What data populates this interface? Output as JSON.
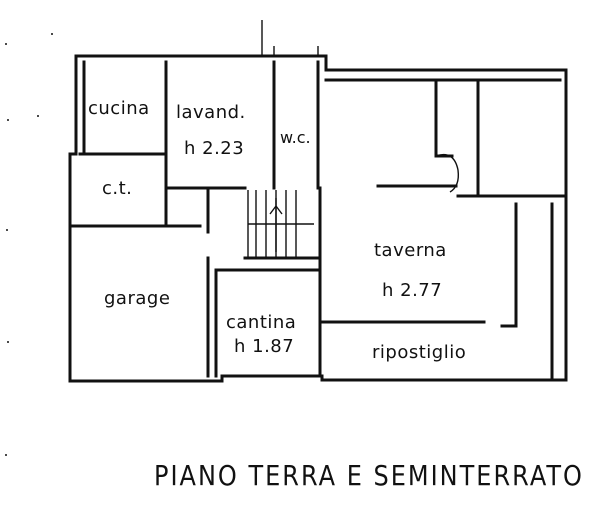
{
  "drawing": {
    "title": "PIANO TERRA E SEMINTERRATO",
    "rooms": {
      "cucina": "cucina",
      "lavanderia": "lavand.",
      "lavanderia_height": "h 2.23",
      "wc": "w.c.",
      "ct": "c.t.",
      "garage": "garage",
      "cantina": "cantina",
      "cantina_height": "h 1.87",
      "taverna": "taverna",
      "taverna_height": "h 2.77",
      "ripostiglio": "ripostiglio"
    }
  }
}
